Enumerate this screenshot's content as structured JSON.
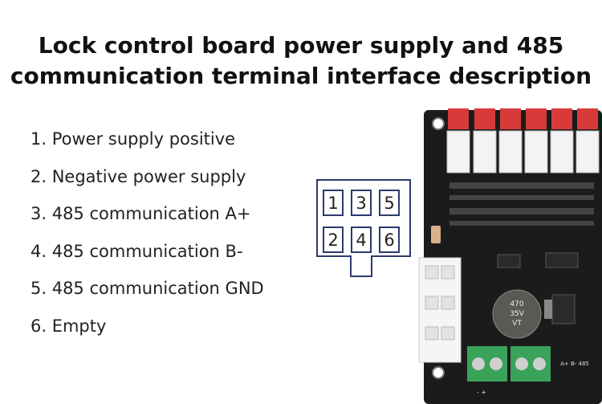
{
  "title": {
    "line1": "Lock control board power supply and 485",
    "line2": "communication terminal interface description"
  },
  "pins": [
    {
      "label": "1. Power supply positive"
    },
    {
      "label": "2. Negative power supply"
    },
    {
      "label": "3. 485 communication A+"
    },
    {
      "label": "4. 485 communication B-"
    },
    {
      "label": "5. 485 communication GND"
    },
    {
      "label": "6. Empty"
    }
  ],
  "connector": {
    "top_row": [
      "1",
      "3",
      "5"
    ],
    "bottom_row": [
      "2",
      "4",
      "6"
    ]
  },
  "board": {
    "capacitor_text": [
      "470",
      "35V",
      "VT"
    ],
    "terminal_left_label": "- +",
    "terminal_right_label": "A+ B- 485"
  },
  "colors": {
    "connector_outline": "#2d3a6e",
    "board_pcb": "#1b1b1b",
    "header_red": "#d83a3a",
    "terminal_green": "#3aa35a"
  }
}
